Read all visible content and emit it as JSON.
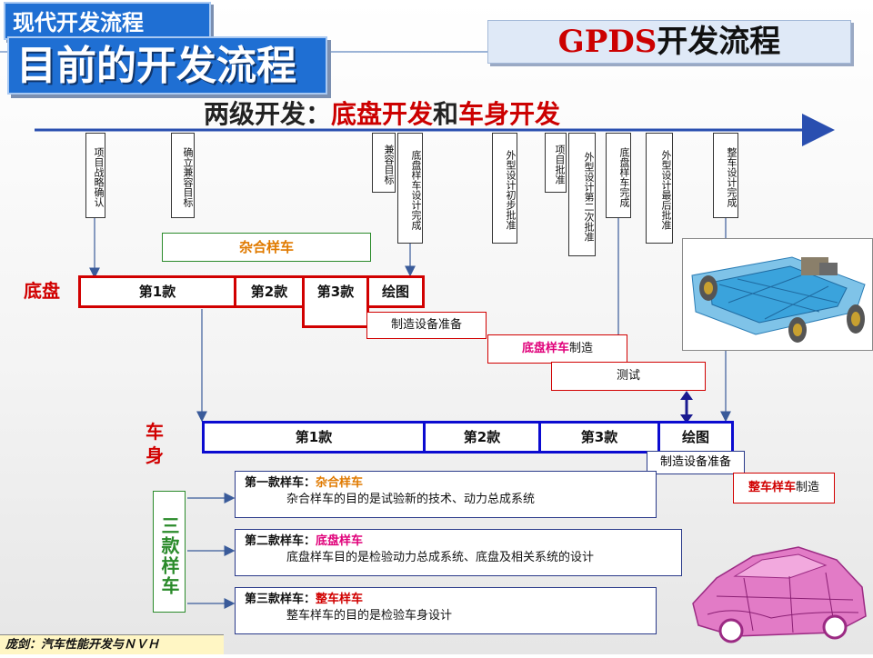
{
  "header": {
    "small_title": "现代开发流程",
    "large_title": "目前的开发流程",
    "gpds_prefix": "GPDS",
    "gpds_suffix": "开发流程"
  },
  "subtitle": {
    "part1": "两级开发：",
    "part2": "底盘开发",
    "part3": "和",
    "part4": "车身开发"
  },
  "milestones": [
    "项目战略确认",
    "确立兼容目标",
    "兼容目标",
    "底盘样车设计完成",
    "外型设计初步批准",
    "项目批准",
    "外型设计第二次批准",
    "底盘样车完成",
    "外型设计最后批准",
    "整车设计完成"
  ],
  "hybrid_label": "杂合样车",
  "chassis": {
    "label": "底盘",
    "cells": [
      "第1款",
      "第2款",
      "第3款",
      "绘图"
    ],
    "equip": "制造设备准备",
    "proto_mfg_a": "底盘样车",
    "proto_mfg_b": "制造",
    "test": "测试"
  },
  "body": {
    "label": "车身",
    "cells": [
      "第1款",
      "第2款",
      "第3款",
      "绘图"
    ],
    "equip": "制造设备准备",
    "vehicle_mfg_a": "整车样车",
    "vehicle_mfg_b": "制造"
  },
  "three": {
    "label": "三款样车"
  },
  "notes": [
    {
      "head": "第一款样车：",
      "name": "杂合样车",
      "desc": "杂合样车的目的是试验新的技术、动力总成系统"
    },
    {
      "head": "第二款样车：",
      "name": "底盘样车",
      "desc": "底盘样车目的是检验动力总成系统、底盘及相关系统的设计"
    },
    {
      "head": "第三款样车：",
      "name": "整车样车",
      "desc": "整车样车的目的是检验车身设计"
    }
  ],
  "footer": "庞剑：汽车性能开发与ＮＶＨ"
}
